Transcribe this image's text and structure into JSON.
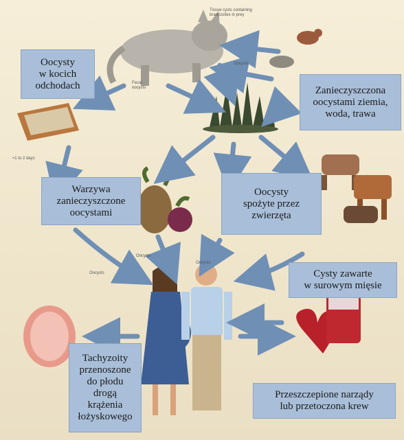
{
  "boxes": {
    "cat_feces": "Oocysty\nw kocich\nodchodach",
    "contaminated_soil": "Zanieczyszczona\noocystami ziemia,\nwoda, trawa",
    "vegetables": "Warzywa\nzanieczyszczone\noocystami",
    "animals": "Oocysty\nspożyte przez\nzwierzęta",
    "raw_meat": "Cysty zawarte\nw surowym mięsie",
    "transplacental": "Tachyzoity\nprzenoszone\ndo płodu\ndrogą\nkrążenia\nłożyskowego",
    "transplant": "Przeszczepione narządy\nlub przetoczona krew"
  },
  "small_labels": {
    "tissue_cysts": "Tissue cysts containing\nbradyzoites in prey",
    "oocysts_top": "Oocysts",
    "fecal_oocysts": "Fecal\noocysts",
    "days": "≈1 to 2 days",
    "oocysts_a": "Oocysts",
    "oocysts_b": "Oocysts",
    "oocysts_c": "Oocysts"
  },
  "colors": {
    "arrow": "#6f8fb5",
    "box_fill": "#a9bfd9",
    "background": "#f3ead4"
  }
}
